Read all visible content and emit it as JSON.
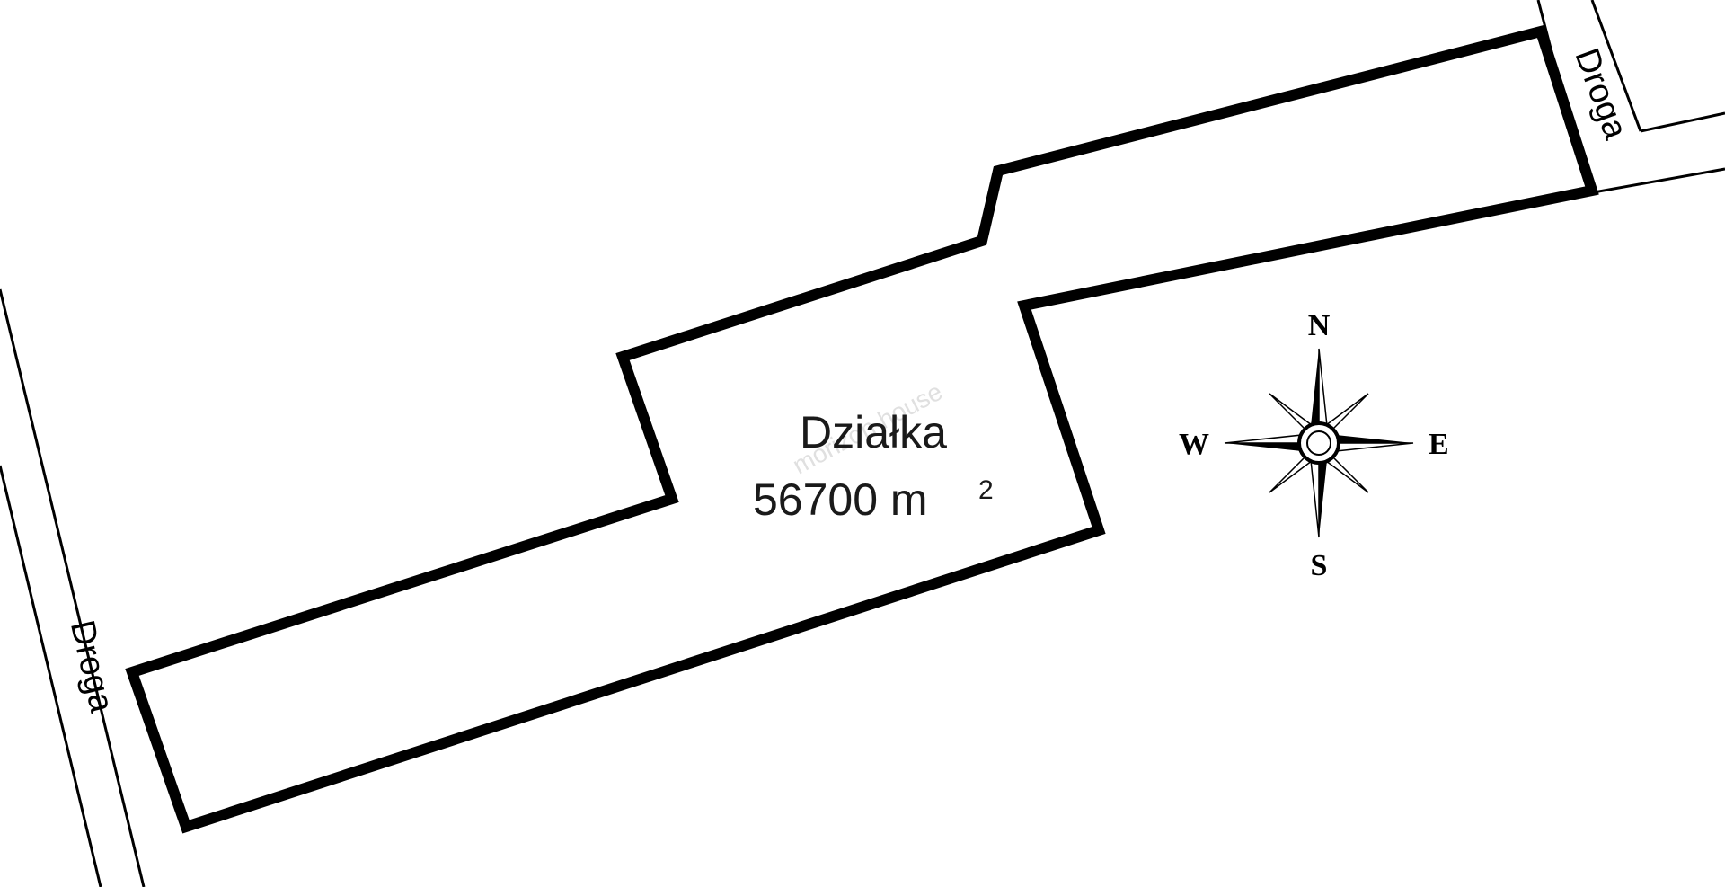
{
  "roads": {
    "west_label": "Droga",
    "northeast_label": "Droga"
  },
  "parcel": {
    "name": "Działka",
    "area_value": "56700 m",
    "area_unit_superscript": "2"
  },
  "compass": {
    "north": "N",
    "south": "S",
    "east": "E",
    "west": "W"
  },
  "watermark": "morizon house",
  "colors": {
    "outline": "#000000",
    "background": "#ffffff"
  }
}
